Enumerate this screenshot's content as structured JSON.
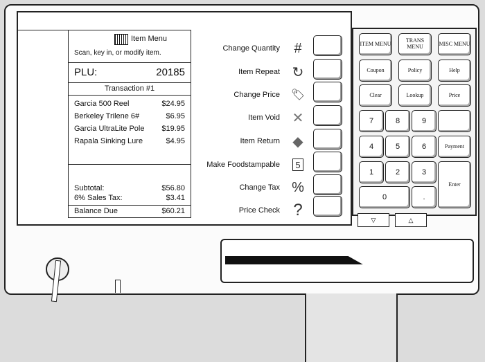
{
  "transaction_panel": {
    "menu_title": "Item Menu",
    "prompt": "Scan, key in, or modify item.",
    "plu_label": "PLU:",
    "plu_value": "20185",
    "transaction_header": "Transaction #1",
    "items": [
      {
        "name": "Garcia 500 Reel",
        "price": "$24.95"
      },
      {
        "name": "Berkeley Trilene 6#",
        "price": "$6.95"
      },
      {
        "name": "Garcia UltraLite Pole",
        "price": "$19.95"
      },
      {
        "name": "Rapala Sinking Lure",
        "price": "$4.95"
      }
    ],
    "subtotal_label": "Subtotal:",
    "subtotal_value": "$56.80",
    "tax_label": "6% Sales Tax:",
    "tax_value": "$3.41",
    "balance_label": "Balance Due",
    "balance_value": "$60.21"
  },
  "commands": [
    {
      "label": "Change Quantity",
      "icon": "hash-icon",
      "glyph": "#"
    },
    {
      "label": "Item Repeat",
      "icon": "repeat-icon",
      "glyph": "↻"
    },
    {
      "label": "Change Price",
      "icon": "price-tag-icon",
      "glyph": "🏷"
    },
    {
      "label": "Item Void",
      "icon": "void-x-icon",
      "glyph": "✕"
    },
    {
      "label": "Item Return",
      "icon": "return-icon",
      "glyph": "◆"
    },
    {
      "label": "Make Foodstampable",
      "icon": "foodstamp-icon",
      "glyph": "5"
    },
    {
      "label": "Change Tax",
      "icon": "tax-percent-icon",
      "glyph": "%"
    },
    {
      "label": "Price Check",
      "icon": "question-icon",
      "glyph": "?"
    }
  ],
  "keypad": {
    "item_menu": "ITEM MENU",
    "trans_menu": "TRANS MENU",
    "misc_menu": "MISC MENU",
    "coupon": "Coupon",
    "policy": "Policy",
    "help": "Help",
    "clear": "Clear",
    "lookup": "Lookup",
    "price": "Price",
    "payment": "Payment",
    "enter": "Enter",
    "digits": [
      "7",
      "8",
      "9",
      "4",
      "5",
      "6",
      "1",
      "2",
      "3",
      "0",
      "."
    ]
  }
}
